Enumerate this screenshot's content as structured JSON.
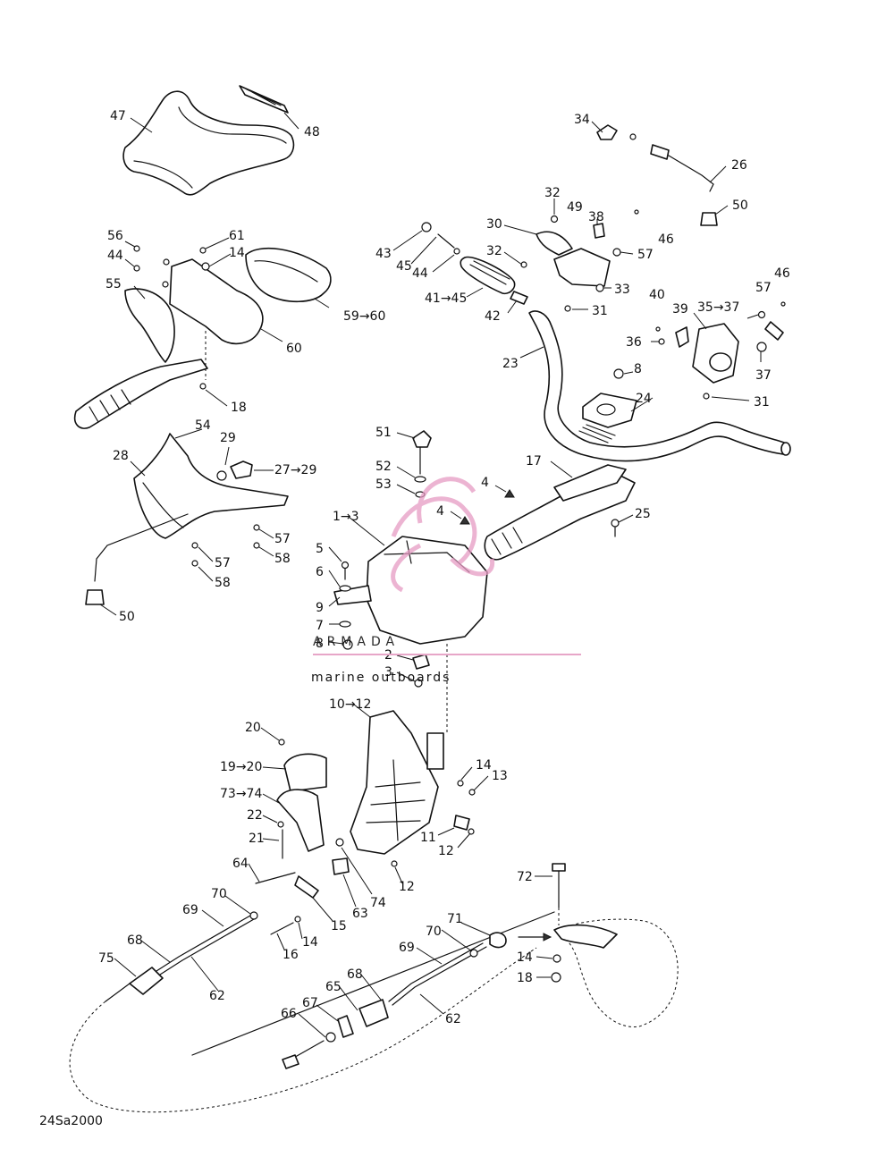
{
  "diagram": {
    "labels": [
      "47",
      "48",
      "34",
      "26",
      "50",
      "32",
      "49",
      "38",
      "46",
      "30",
      "43",
      "45",
      "44",
      "32",
      "57",
      "41→45",
      "33",
      "42",
      "31",
      "40",
      "46",
      "57",
      "39",
      "35→37",
      "36",
      "37",
      "23",
      "8",
      "24",
      "31",
      "56",
      "61",
      "14",
      "44",
      "55",
      "59→60",
      "60",
      "18",
      "54",
      "29",
      "28",
      "27→29",
      "57",
      "58",
      "57",
      "58",
      "50",
      "51",
      "52",
      "53",
      "17",
      "4",
      "4",
      "25",
      "1→3",
      "5",
      "6",
      "9",
      "7",
      "8",
      "2",
      "3",
      "10→12",
      "20",
      "19→20",
      "73→74",
      "22",
      "21",
      "64",
      "14",
      "13",
      "11",
      "12",
      "12",
      "63",
      "74",
      "15",
      "14",
      "16",
      "70",
      "69",
      "68",
      "75",
      "62",
      "72",
      "71",
      "70",
      "69",
      "68",
      "65",
      "67",
      "66",
      "62",
      "14",
      "18"
    ],
    "ref_code": "24Sa2000"
  },
  "watermark": {
    "title": "ARMADA",
    "subtitle": "marine outboards",
    "colors": {
      "text": "#555555",
      "accent": "#e59bc3"
    }
  }
}
